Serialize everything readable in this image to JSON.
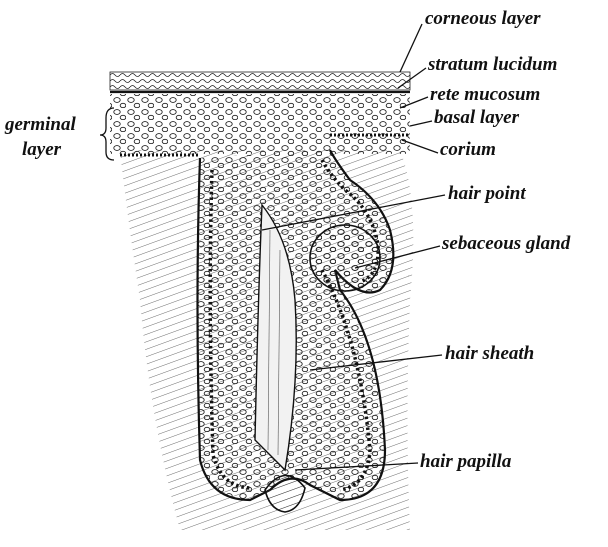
{
  "labels": {
    "corneous_layer": "corneous layer",
    "stratum_lucidum": "stratum lucidum",
    "rete_mucosum": "rete mucosum",
    "basal_layer": "basal layer",
    "corium": "corium",
    "germinal_line1": "germinal",
    "germinal_line2": "layer",
    "hair_point": "hair point",
    "sebaceous_gland": "sebaceous gland",
    "hair_sheath": "hair sheath",
    "hair_papilla": "hair papilla"
  },
  "colors": {
    "ink": "#111111",
    "background": "#ffffff"
  }
}
